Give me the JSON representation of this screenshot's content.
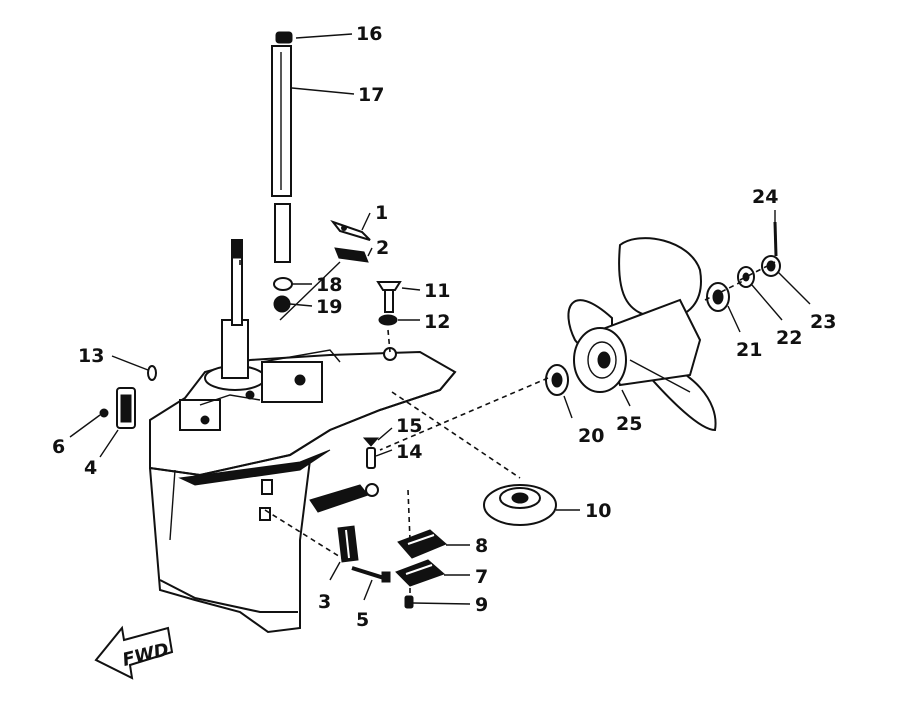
{
  "callouts": [
    {
      "id": "1",
      "text": "1"
    },
    {
      "id": "2",
      "text": "2"
    },
    {
      "id": "3",
      "text": "3"
    },
    {
      "id": "4",
      "text": "4"
    },
    {
      "id": "5",
      "text": "5"
    },
    {
      "id": "6",
      "text": "6"
    },
    {
      "id": "7",
      "text": "7"
    },
    {
      "id": "8",
      "text": "8"
    },
    {
      "id": "9",
      "text": "9"
    },
    {
      "id": "10",
      "text": "10"
    },
    {
      "id": "11",
      "text": "11"
    },
    {
      "id": "12",
      "text": "12"
    },
    {
      "id": "13",
      "text": "13"
    },
    {
      "id": "14",
      "text": "14"
    },
    {
      "id": "15",
      "text": "15"
    },
    {
      "id": "16",
      "text": "16"
    },
    {
      "id": "17",
      "text": "17"
    },
    {
      "id": "18",
      "text": "18"
    },
    {
      "id": "19",
      "text": "19"
    },
    {
      "id": "20",
      "text": "20"
    },
    {
      "id": "21",
      "text": "21"
    },
    {
      "id": "22",
      "text": "22"
    },
    {
      "id": "23",
      "text": "23"
    },
    {
      "id": "24",
      "text": "24"
    },
    {
      "id": "25",
      "text": "25"
    }
  ],
  "fwd_arrow": {
    "text": "FWD"
  }
}
